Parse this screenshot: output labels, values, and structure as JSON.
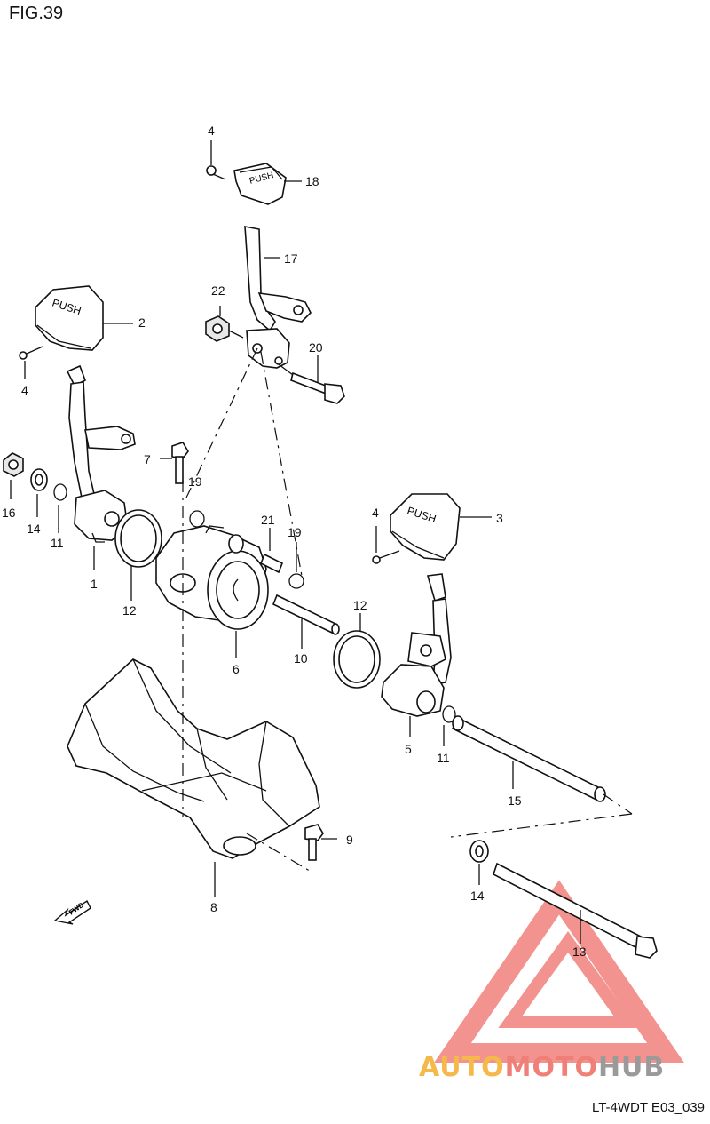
{
  "figure": {
    "title": "FIG.39",
    "code": "LT-4WDT E03_039"
  },
  "watermark": {
    "part1": "AUTO",
    "part2": "MOTO",
    "part3": "HUB",
    "colors": {
      "auto": "#f5b84a",
      "moto": "#ef7f77",
      "hub": "#9a9a9a",
      "triangle": "#ef6f6a"
    }
  },
  "knob_text": "PUSH",
  "fwd_label": "FWD",
  "callouts": [
    {
      "id": "c1",
      "label": "1"
    },
    {
      "id": "c2",
      "label": "2"
    },
    {
      "id": "c3",
      "label": "3"
    },
    {
      "id": "c4a",
      "label": "4"
    },
    {
      "id": "c4b",
      "label": "4"
    },
    {
      "id": "c4c",
      "label": "4"
    },
    {
      "id": "c5",
      "label": "5"
    },
    {
      "id": "c6",
      "label": "6"
    },
    {
      "id": "c7",
      "label": "7"
    },
    {
      "id": "c8",
      "label": "8"
    },
    {
      "id": "c9",
      "label": "9"
    },
    {
      "id": "c10",
      "label": "10"
    },
    {
      "id": "c11a",
      "label": "11"
    },
    {
      "id": "c11b",
      "label": "11"
    },
    {
      "id": "c12a",
      "label": "12"
    },
    {
      "id": "c12b",
      "label": "12"
    },
    {
      "id": "c13",
      "label": "13"
    },
    {
      "id": "c14a",
      "label": "14"
    },
    {
      "id": "c14b",
      "label": "14"
    },
    {
      "id": "c15",
      "label": "15"
    },
    {
      "id": "c16",
      "label": "16"
    },
    {
      "id": "c17",
      "label": "17"
    },
    {
      "id": "c18",
      "label": "18"
    },
    {
      "id": "c19a",
      "label": "19"
    },
    {
      "id": "c19b",
      "label": "19"
    },
    {
      "id": "c20",
      "label": "20"
    },
    {
      "id": "c21",
      "label": "21"
    },
    {
      "id": "c22",
      "label": "22"
    }
  ]
}
